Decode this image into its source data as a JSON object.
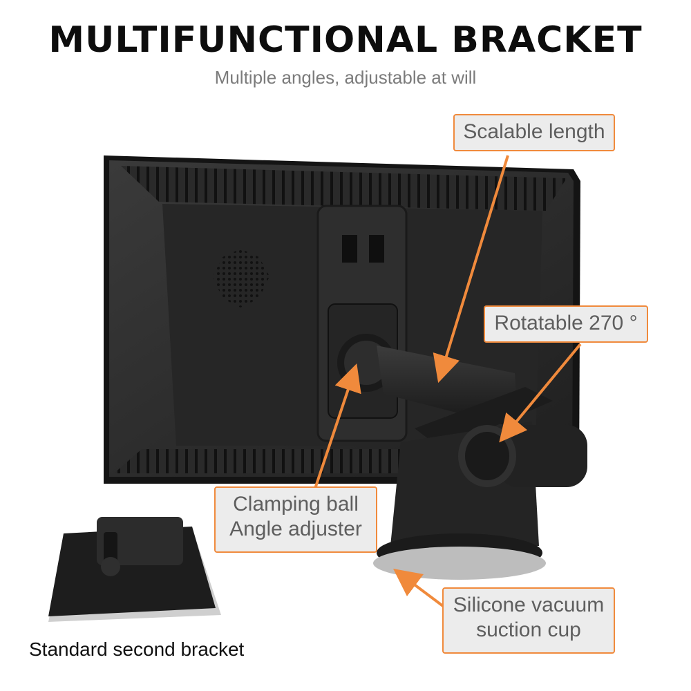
{
  "title": "MULTIFUNCTIONAL BRACKET",
  "subtitle": "Multiple angles, adjustable at will",
  "callouts": {
    "scalable_length": "Scalable length",
    "rotatable": "Rotatable 270 °",
    "clamping_line1": "Clamping ball",
    "clamping_line2": "Angle adjuster",
    "suction_line1": "Silicone vacuum",
    "suction_line2": "suction cup"
  },
  "caption": "Standard second bracket",
  "colors": {
    "accent": "#f08a3c",
    "callout_bg": "#ececec",
    "callout_text": "#5e5e5e",
    "device_body": "#2b2b2b"
  }
}
